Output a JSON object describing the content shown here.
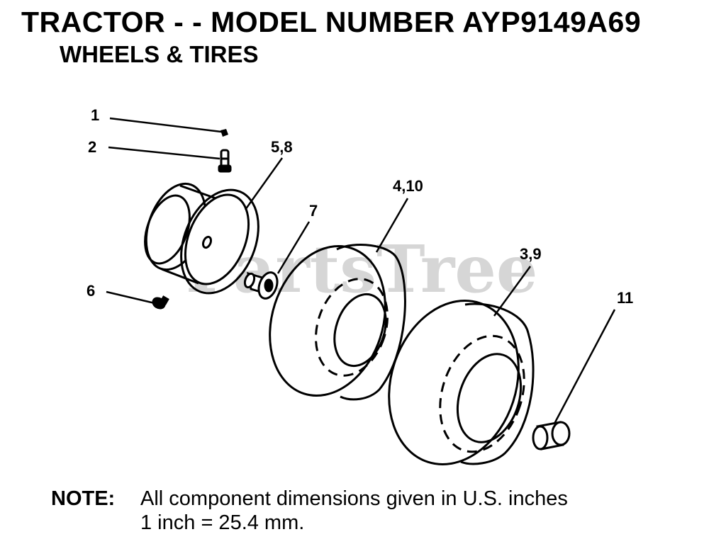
{
  "header": {
    "title": "TRACTOR - - MODEL NUMBER AYP9149A69",
    "subtitle": "WHEELS & TIRES"
  },
  "watermark": "PartsTree",
  "callouts": {
    "c1": "1",
    "c2": "2",
    "c58": "5,8",
    "c410": "4,10",
    "c7": "7",
    "c39": "3,9",
    "c6": "6",
    "c11": "11"
  },
  "note": {
    "label": "NOTE:",
    "line1": "All component dimensions given in U.S. inches",
    "line2": "1 inch = 25.4 mm."
  }
}
